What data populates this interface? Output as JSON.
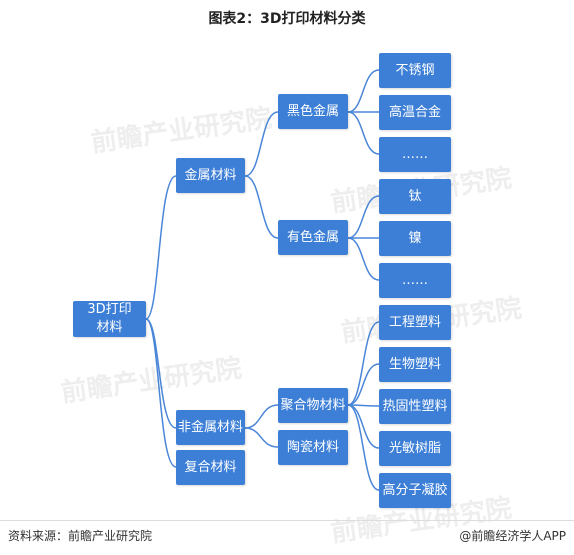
{
  "title": "图表2：3D打印材料分类",
  "watermark": "前瞻产业研究院",
  "nodes": {
    "root": "3D打印材料",
    "metal": "金属材料",
    "nonmetal": "非金属材料",
    "composite": "复合材料",
    "black_metal": "黑色金属",
    "nonferrous_metal": "有色金属",
    "polymer": "聚合物材料",
    "ceramic": "陶瓷材料",
    "stainless": "不锈钢",
    "superalloy": "高温合金",
    "black_more": "……",
    "titanium": "钛",
    "nickel": "镍",
    "nonferrous_more": "……",
    "eng_plastic": "工程塑料",
    "bio_plastic": "生物塑料",
    "thermoset": "热固性塑料",
    "photoresin": "光敏树脂",
    "hydrogel": "高分子凝胶"
  },
  "footer": {
    "source": "资料来源：前瞻产业研究院",
    "brand": "@前瞻经济学人APP"
  },
  "colors": {
    "node_bg": "#3d7fd6",
    "line": "#4a86d8"
  }
}
